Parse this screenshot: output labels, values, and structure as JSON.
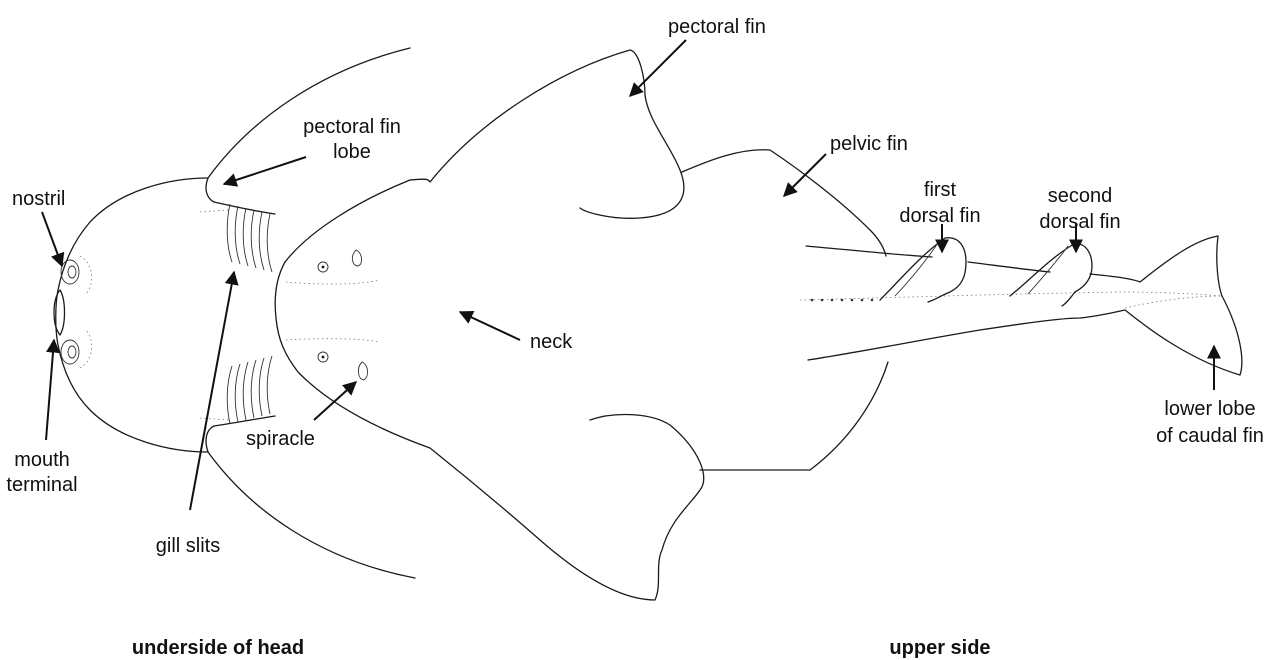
{
  "labels": {
    "pectoral_fin": "pectoral fin",
    "pectoral_fin_lobe_1": "pectoral fin",
    "pectoral_fin_lobe_2": "lobe",
    "pelvic_fin": "pelvic fin",
    "first_dorsal_1": "first",
    "first_dorsal_2": "dorsal fin",
    "second_dorsal_1": "second",
    "second_dorsal_2": "dorsal fin",
    "nostril": "nostril",
    "neck": "neck",
    "spiracle": "spiracle",
    "mouth_1": "mouth",
    "mouth_2": "terminal",
    "gill_slits": "gill slits",
    "lower_lobe_1": "lower lobe",
    "lower_lobe_2": "of caudal fin"
  },
  "captions": {
    "underside": "underside of head",
    "upper": "upper side"
  }
}
